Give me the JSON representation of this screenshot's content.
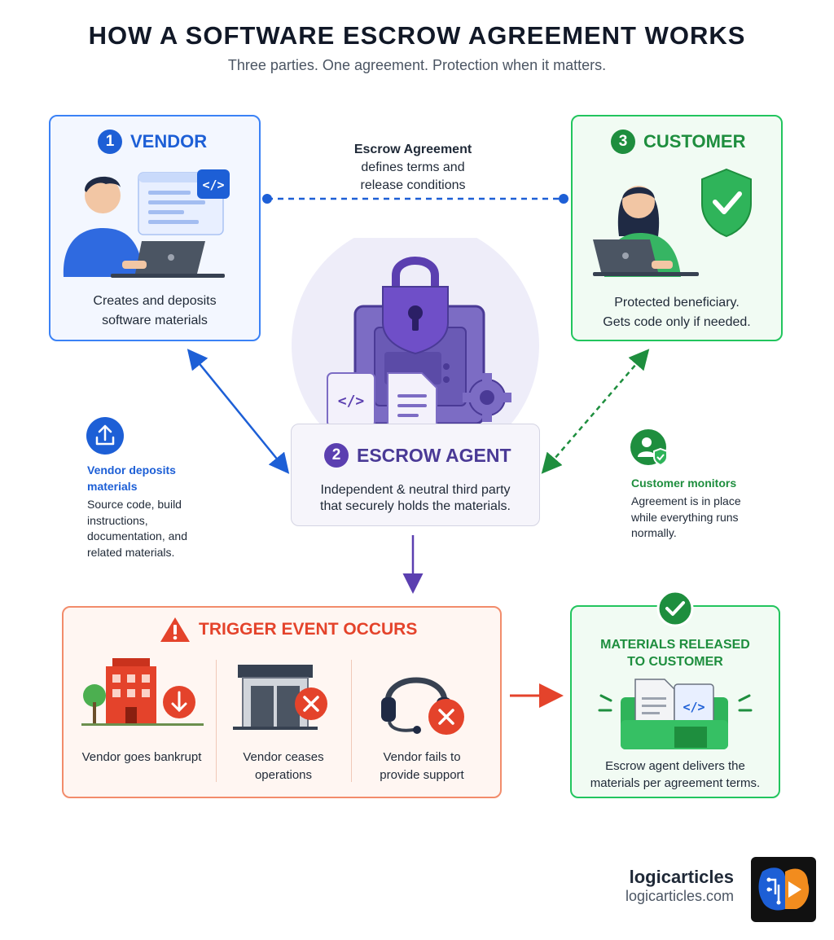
{
  "header": {
    "title": "HOW A SOFTWARE ESCROW AGREEMENT WORKS",
    "subtitle": "Three parties. One agreement. Protection when it matters."
  },
  "agreement": {
    "title": "Escrow Agreement",
    "line1": "defines terms and",
    "line2": "release conditions"
  },
  "vendor": {
    "number": "1",
    "title": "VENDOR",
    "line1": "Creates and deposits",
    "line2": "software materials",
    "code_badge": "</>"
  },
  "customer": {
    "number": "3",
    "title": "CUSTOMER",
    "line1": "Protected beneficiary.",
    "line2": "Gets code only if needed."
  },
  "agent": {
    "number": "2",
    "title": "ESCROW AGENT",
    "line1": "Independent & neutral third party",
    "line2": "that securely holds the materials.",
    "code_badge": "</>"
  },
  "vendor_deposits": {
    "title_line1": "Vendor deposits",
    "title_line2": "materials",
    "body": [
      "Source code, build",
      "instructions,",
      "documentation, and",
      "related materials."
    ]
  },
  "customer_monitors": {
    "title": "Customer monitors",
    "body": [
      "Agreement is in place",
      "while everything runs",
      "normally."
    ]
  },
  "trigger": {
    "title": "TRIGGER EVENT OCCURS",
    "events": [
      {
        "line1": "Vendor goes bankrupt",
        "line2": ""
      },
      {
        "line1": "Vendor ceases",
        "line2": "operations"
      },
      {
        "line1": "Vendor fails to",
        "line2": "provide support"
      }
    ]
  },
  "release": {
    "title_line1": "MATERIALS RELEASED",
    "title_line2": "TO CUSTOMER",
    "line1": "Escrow agent delivers the",
    "line2": "materials per agreement terms.",
    "code_badge": "</>"
  },
  "brand": {
    "name": "logicarticles",
    "url": "logicarticles.com"
  },
  "colors": {
    "vendor_blue": "#1d5fd6",
    "agent_purple": "#5b3fb0",
    "customer_green": "#1e8e3e",
    "trigger_red": "#e4432b"
  }
}
